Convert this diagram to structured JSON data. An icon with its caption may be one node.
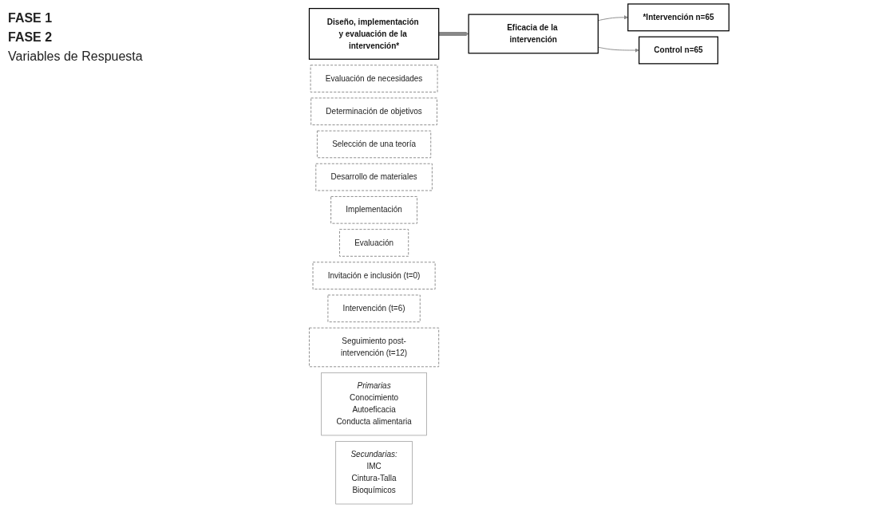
{
  "diagram": {
    "nodes": [
      {
        "text": [
          "Diseño, implementación y evaluación de la intervención*"
        ]
      },
      {
        "text": [
          "Evaluación de necesidades"
        ]
      },
      {
        "text": [
          "Determinación de objetivos"
        ]
      },
      {
        "text": [
          "Selección de una teoría"
        ]
      },
      {
        "text": [
          "Desarrollo de materiales"
        ]
      },
      {
        "text": [
          "Implementación"
        ]
      },
      {
        "text": [
          "Evaluación"
        ]
      },
      {
        "text": [
          "*Intervención n=65"
        ]
      },
      {
        "text": [
          "Control n=65"
        ]
      },
      {
        "text": [
          "Eficacia de la intervención"
        ]
      },
      {
        "text": [
          "Invitación e inclusión (t=0)"
        ]
      },
      {
        "text": [
          "Intervención (t=6)"
        ]
      },
      {
        "text": [
          "Seguimiento post-intervención (t=12)"
        ]
      },
      {
        "text": [
          "Primarias",
          "Conocimiento",
          "Autoeficacia",
          "Conducta alimentaria"
        ]
      },
      {
        "text": [
          "Secundarias:",
          "IMC",
          "Cintura-Talla",
          "Bioquímicos"
        ]
      }
    ],
    "edges": [
      {
        "from": 0,
        "to": 9,
        "arrow": "to",
        "style": "thick"
      },
      {
        "from": 9,
        "to": 7,
        "arrow": "to"
      },
      {
        "from": 9,
        "to": 8,
        "arrow": "to"
      }
    ],
    "labels": [
      "FASE 1",
      "FASE 2",
      "Variables de Respuesta"
    ]
  }
}
